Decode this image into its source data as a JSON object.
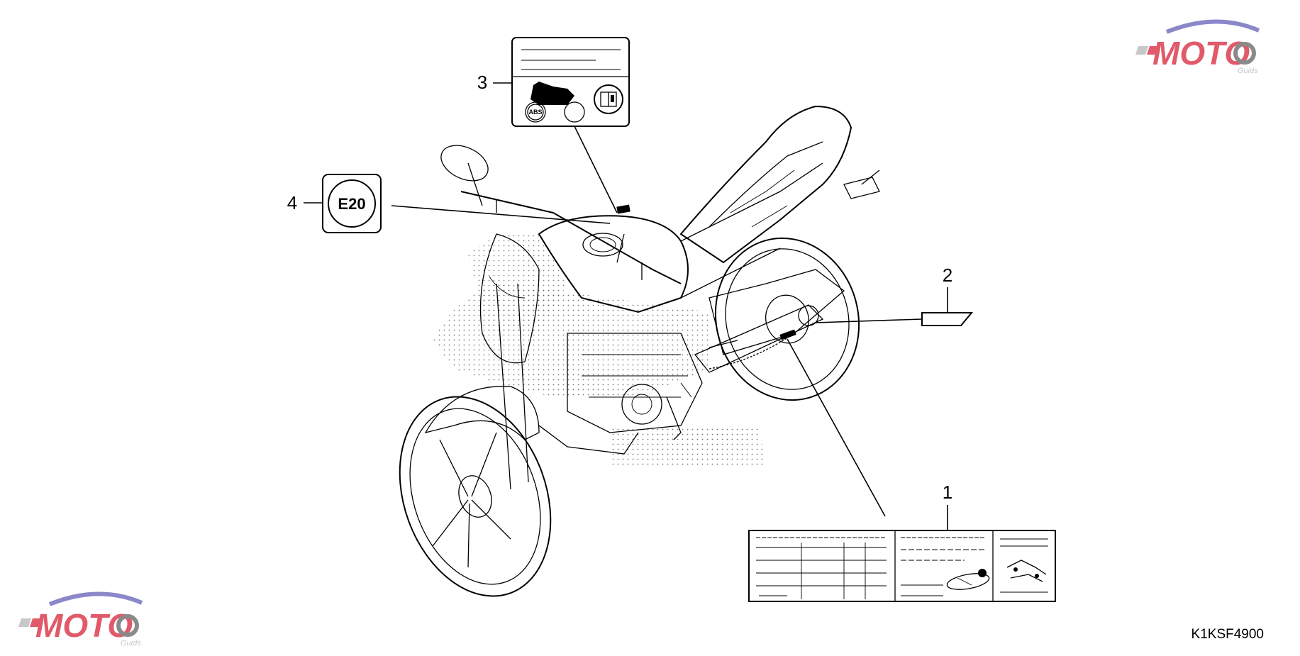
{
  "diagram": {
    "part_code": "K1KSF4900",
    "callouts": [
      {
        "number": "1"
      },
      {
        "number": "2"
      },
      {
        "number": "3"
      },
      {
        "number": "4"
      }
    ],
    "labels": {
      "e20_text": "E20",
      "abs_text": "ABS"
    },
    "watermark": {
      "brand": "MOTO",
      "sub": "Guids",
      "accent_color": "#e05a6a",
      "gear_color": "#8a8a8a",
      "swoosh_color": "#8a88c8"
    },
    "icons": [
      "motorcycle-icon",
      "abs-icon",
      "manual-book-icon",
      "chain-adjust-icon",
      "footrest-diagram-icon"
    ]
  }
}
